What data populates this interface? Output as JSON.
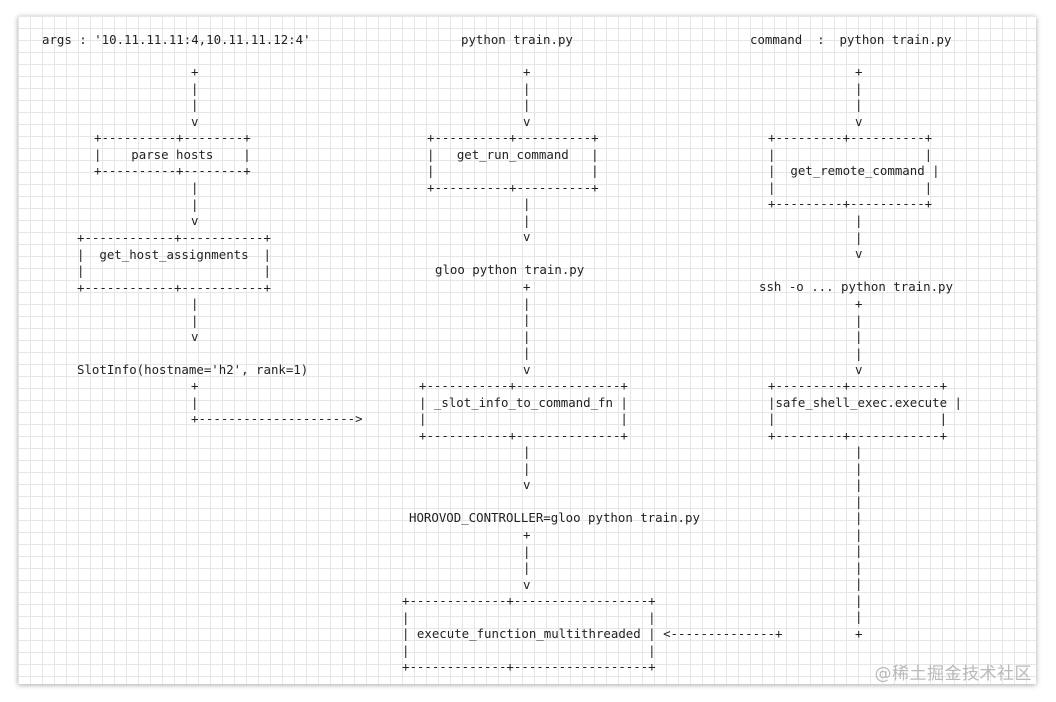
{
  "diagram": {
    "lines": [
      "args : '10.11.11.11:4,10.11.11.12:4'      python train.py           command  :  python train.py",
      "",
      "                +                              +                              +",
      "                |                              |                              |",
      "                |                              |                              |",
      "                v                              v                              v",
      "        +----------+--------+          +----------+----------+        +---------+----------+",
      "        |    parse hosts    |          |   get_run_command   |        |                    |",
      "        +----------+--------+          |                     |        |  get_remote_command |",
      "                   |                   +----------+----------+        |                    |",
      "                   |                              |                   +---------+----------+",
      "                   v                              |                             |",
      "     +------------+-----------+                   v                             |",
      "     |  get_host_assignments  |                                                 v",
      "     |                        |        gloo python train.py",
      "     +------------+-----------+                   +                   ssh -o ... python train.py",
      "                  |                               |                             +",
      "                  |                               |                             |",
      "                  v                               |                             |",
      "                                                  |                             |",
      "SlotInfo(hostname='h2', rank=1)                   |                             |",
      "                +                                 v                             v",
      "                |                    +-----------+--------------+        +---------+------------+",
      "                +--------------------->| _slot_info_to_command_fn |        |safe_shell_exec.execute |",
      "                                     |                          |        |                      |",
      "                                     +-----------+--------------+        +---------+------------+",
      "                                                 |                                 |",
      "                                                 |                                 |",
      "                                                 v                                 |",
      "                                                                                   |",
      "                                  HOROVOD_CONTROLLER=gloo python train.py          |",
      "                                                 +                                 |",
      "                                                 |                                 |",
      "                                                 |                                 |",
      "                                                 v                                 |",
      "                                 +-------------+------------------+                |",
      "                                 |                                |                |",
      "                                 | execute_function_multithreaded | <--------------+",
      "                                 |                                |",
      "                                 +-------------+------------------+"
    ]
  },
  "watermark": "@稀土掘金技术社区"
}
